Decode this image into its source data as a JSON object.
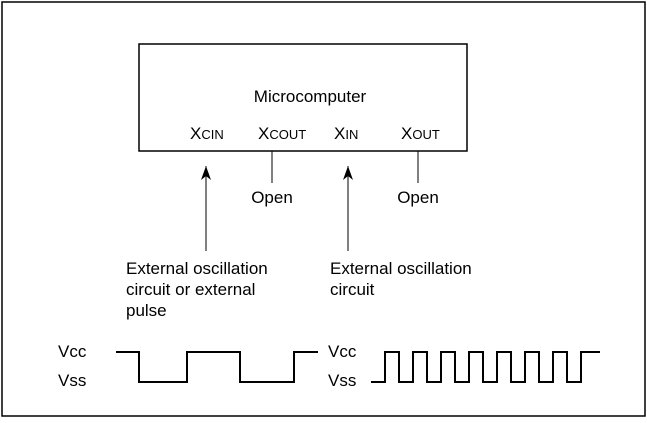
{
  "chip": {
    "title": "Microcomputer",
    "pins": [
      {
        "main": "X",
        "sub": "CIN"
      },
      {
        "main": "X",
        "sub": "COUT"
      },
      {
        "main": "X",
        "sub": "IN"
      },
      {
        "main": "X",
        "sub": "OUT"
      }
    ]
  },
  "labels": {
    "open_left": "Open",
    "open_right": "Open",
    "ext_left": [
      "External oscillation",
      "circuit or external",
      "pulse"
    ],
    "ext_right": [
      "External oscillation",
      "circuit"
    ]
  },
  "waveforms": {
    "left": {
      "vcc": "Vcc",
      "vss": "Vss"
    },
    "right": {
      "vcc": "Vcc",
      "vss": "Vss"
    }
  }
}
